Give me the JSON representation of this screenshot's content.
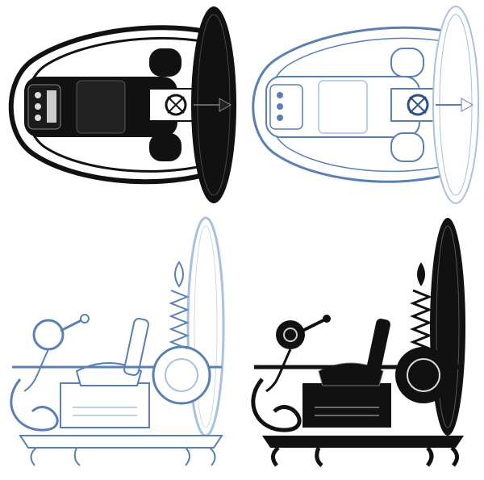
{
  "image": {
    "views": [
      {
        "id": "top-black",
        "projection": "top",
        "style": "filled",
        "color": "#000000"
      },
      {
        "id": "top-blue",
        "projection": "top",
        "style": "wireframe",
        "color": "#5a7fb5"
      },
      {
        "id": "side-blue",
        "projection": "side",
        "style": "wireframe",
        "color": "#5a7fb5"
      },
      {
        "id": "side-black",
        "projection": "side",
        "style": "filled",
        "color": "#000000"
      }
    ],
    "colors": {
      "line": "#1a1a1a",
      "blue": "#5a7fb5",
      "light_blue": "#a9c1e0",
      "fill": "#000000",
      "background": "#ffffff"
    }
  }
}
